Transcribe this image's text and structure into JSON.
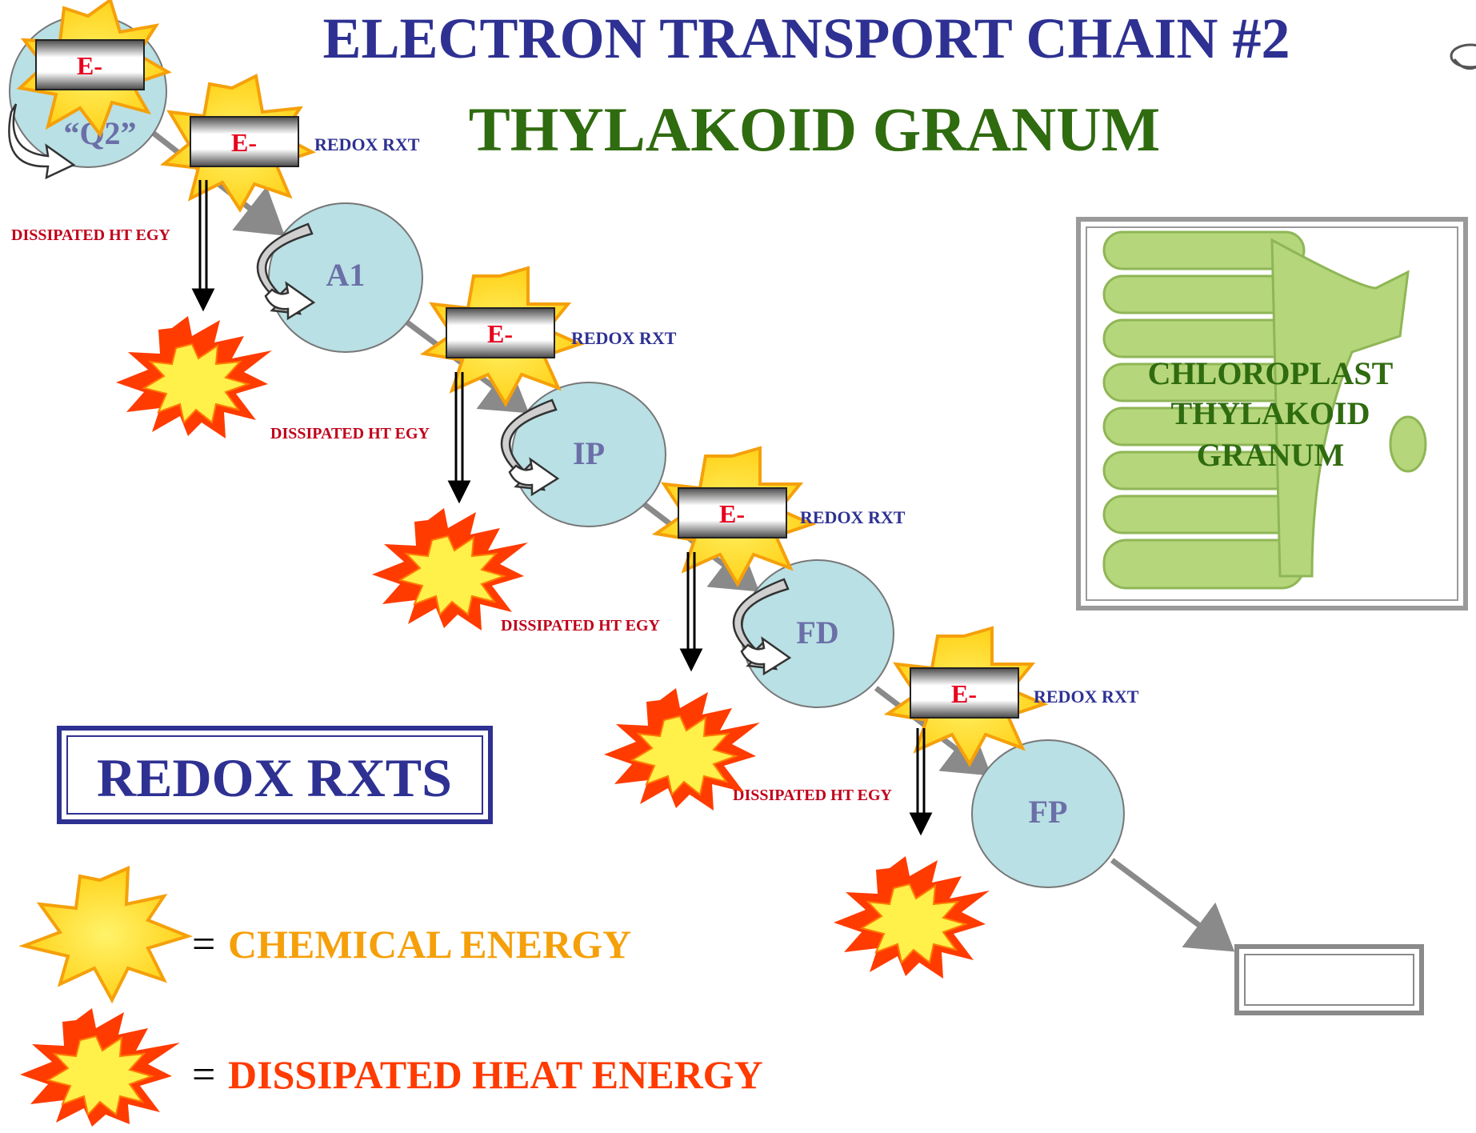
{
  "title": "ELECTRON TRANSPORT CHAIN #2",
  "subtitle": "THYLAKOID GRANUM",
  "carriers": [
    {
      "label": "“Q2”"
    },
    {
      "label": "A1"
    },
    {
      "label": "IP"
    },
    {
      "label": "FD"
    },
    {
      "label": "FP"
    }
  ],
  "electron_label": "E-",
  "redox_label": "REDOX RXT",
  "dissipated_label": "DISSIPATED HT EGY",
  "redox_box_label": "REDOX RXTS",
  "chloroplast": {
    "line1": "CHLOROPLAST",
    "line2": "THYLAKOID",
    "line3": "GRANUM"
  },
  "legend": {
    "equals": "=",
    "chemical": "CHEMICAL ENERGY",
    "heat": "DISSIPATED HEAT ENERGY"
  },
  "colors": {
    "carrier_fill": "#b9e0e4",
    "title_blue": "#2e3192",
    "title_green": "#2f6b0f",
    "chem_energy": "#f5a00a",
    "heat_energy": "#ff3b00",
    "electron_red": "#e8001c",
    "chloroplast_green": "#b5d67a"
  }
}
